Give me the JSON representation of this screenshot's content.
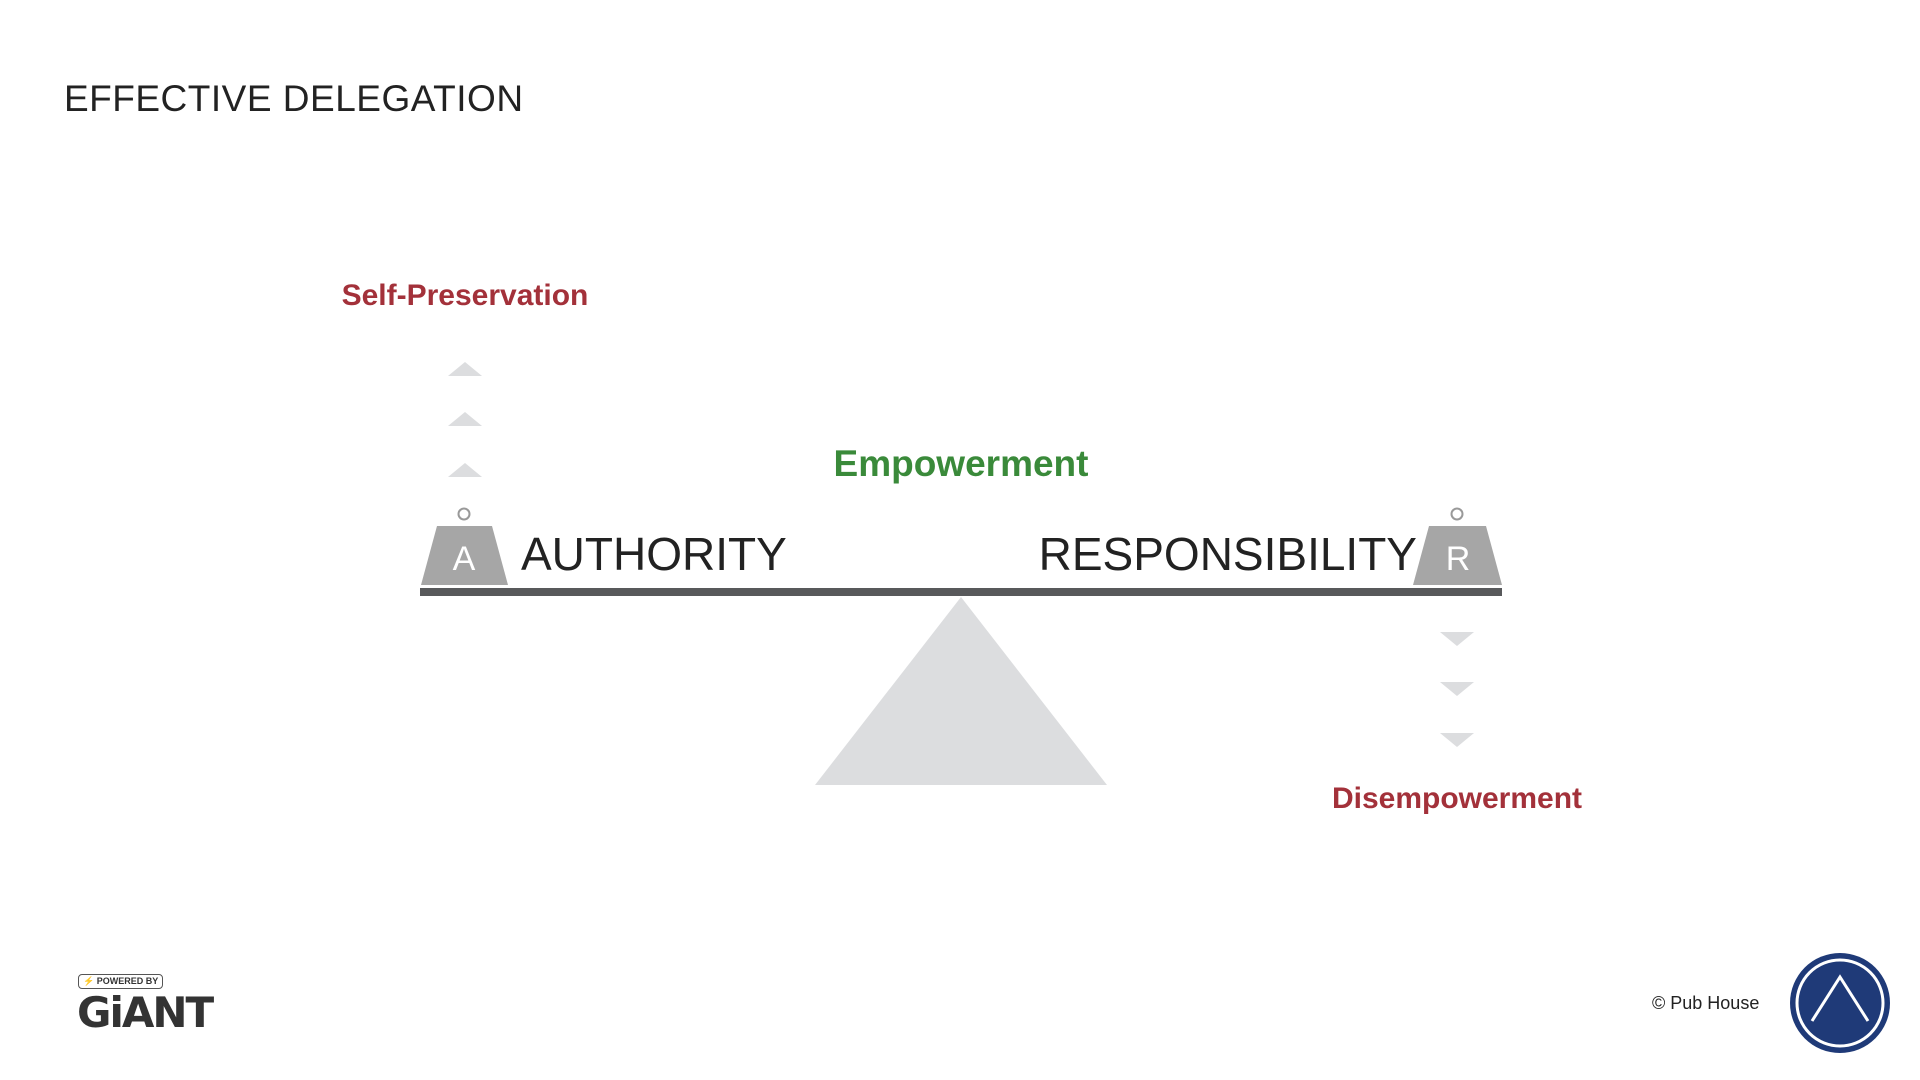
{
  "title": "EFFECTIVE DELEGATION",
  "diagram": {
    "top_left_label": "Self-Preservation",
    "center_label": "Empowerment",
    "bottom_right_label": "Disempowerment",
    "left_term": "AUTHORITY",
    "right_term": "RESPONSIBILITY",
    "left_weight_letter": "A",
    "right_weight_letter": "R"
  },
  "footer": {
    "copyright": "© Pub House",
    "powered_by": "⚡ POWERED BY",
    "brand": "GiANT"
  },
  "colors": {
    "negative": "#a3313a",
    "positive": "#3a8a3a",
    "weight": "#a6a6a6",
    "beam": "#58595b",
    "fulcrum": "#dcdddf",
    "logo": "#1f3a78"
  }
}
